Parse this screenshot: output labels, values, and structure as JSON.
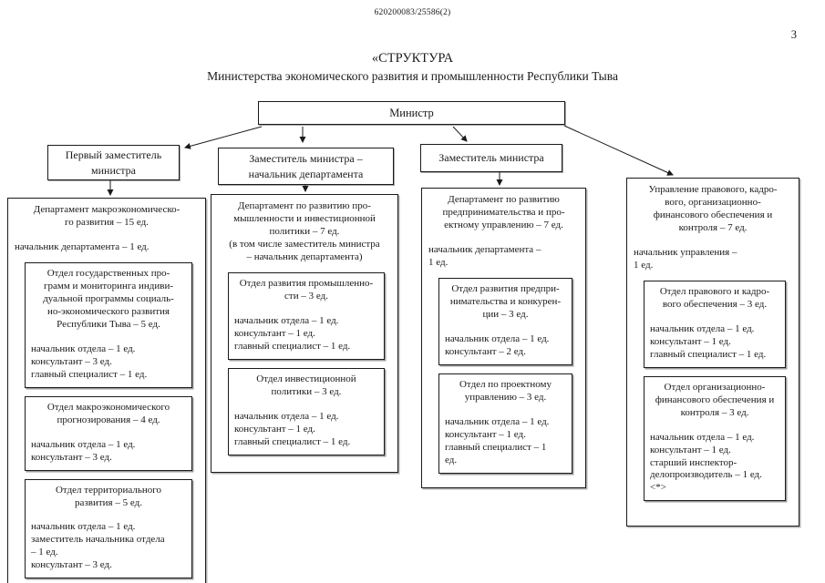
{
  "page": {
    "doc_number": "620200083/25586(2)",
    "page_number": "3",
    "title_line1": "«СТРУКТУРА",
    "title_line2": "Министерства экономического развития и промышленности Республики Тыва"
  },
  "colors": {
    "ink": "#1a1a1a",
    "paper": "#ffffff"
  },
  "org": {
    "minister_label": "Министр",
    "deputies": [
      {
        "label": [
          "Первый заместитель",
          "министра"
        ]
      },
      {
        "label": [
          "Заместитель министра –",
          "начальник департамента"
        ]
      },
      {
        "label": "Заместитель министра"
      }
    ],
    "columns": [
      {
        "title": [
          "Департамент макроэкономическо-",
          "го развития – 15 ед."
        ],
        "staff": [
          "начальник департамента – 1 ед."
        ],
        "sections": [
          {
            "title": [
              "Отдел государственных про-",
              "грамм и мониторинга индиви-",
              "дуальной программы социаль-",
              "но-экономического развития",
              "Республики Тыва – 5 ед."
            ],
            "staff": [
              "начальник отдела – 1 ед.",
              "консультант – 3 ед.",
              "главный специалист – 1 ед."
            ]
          },
          {
            "title": [
              "Отдел макроэкономического",
              "прогнозирования – 4 ед."
            ],
            "staff": [
              "начальник отдела – 1 ед.",
              "консультант – 3 ед."
            ]
          },
          {
            "title": [
              "Отдел территориального",
              "развития – 5 ед."
            ],
            "staff": [
              "начальник отдела – 1 ед.",
              "заместитель начальника отдела",
              "– 1 ед.",
              "консультант – 3 ед."
            ]
          }
        ]
      },
      {
        "title": [
          "Департамент по развитию про-",
          "мышленности и инвестиционной",
          "политики – 7 ед.",
          "(в том числе заместитель министра",
          "– начальник департамента)"
        ],
        "staff": [],
        "sections": [
          {
            "title": [
              "Отдел развития промышленно-",
              "сти – 3 ед."
            ],
            "staff": [
              "начальник отдела – 1 ед.",
              "консультант – 1 ед.",
              "главный специалист – 1 ед."
            ]
          },
          {
            "title": [
              "Отдел инвестиционной",
              "политики – 3 ед."
            ],
            "staff": [
              "начальник отдела – 1 ед.",
              "консультант – 1 ед.",
              "главный специалист – 1 ед."
            ]
          }
        ]
      },
      {
        "title": [
          "Департамент по развитию",
          "предпринимательства и про-",
          "ектному управлению – 7 ед."
        ],
        "staff": [
          "начальник департамента –",
          "1 ед."
        ],
        "sections": [
          {
            "title": [
              "Отдел развития предпри-",
              "нимательства и конкурен-",
              "ции – 3 ед."
            ],
            "staff": [
              "начальник отдела – 1 ед.",
              "консультант – 2 ед."
            ]
          },
          {
            "title": [
              "Отдел по проектному",
              "управлению – 3 ед."
            ],
            "staff": [
              "начальник отдела – 1 ед.",
              "консультант – 1 ед.",
              "главный специалист – 1",
              "ед."
            ]
          }
        ]
      },
      {
        "title": [
          "Управление правового, кадро-",
          "вого, организационно-",
          "финансового обеспечения и",
          "контроля – 7 ед."
        ],
        "staff": [
          "начальник управления –",
          "1 ед."
        ],
        "sections": [
          {
            "title": [
              "Отдел правового и кадро-",
              "вого обеспечения – 3 ед."
            ],
            "staff": [
              "начальник отдела – 1 ед.",
              "консультант – 1 ед.",
              "главный специалист – 1 ед."
            ]
          },
          {
            "title": [
              "Отдел организационно-",
              "финансового обеспечения и",
              "контроля – 3 ед."
            ],
            "staff": [
              "начальник отдела – 1 ед.",
              "консультант – 1 ед.",
              "старший инспектор-",
              "делопроизводитель – 1 ед.",
              "<*>"
            ]
          }
        ]
      }
    ]
  }
}
